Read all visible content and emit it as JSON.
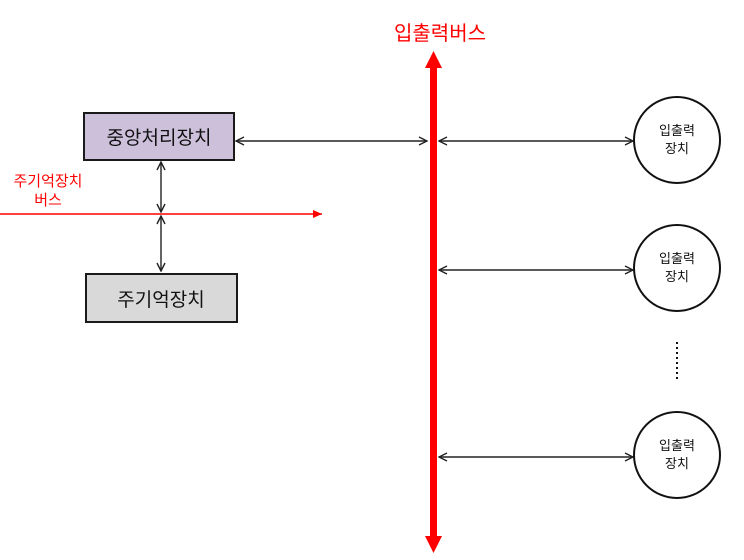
{
  "io_bus": {
    "label": "입출력버스",
    "color": "#ff0000"
  },
  "cpu": {
    "label": "중앙처리장치",
    "fill": "#ccc0da"
  },
  "memory": {
    "label": "주기억장치",
    "fill": "#d9d9d9"
  },
  "memory_bus": {
    "line1": "주기억장치",
    "line2": "버스",
    "color": "#ff0000"
  },
  "io_devices": [
    {
      "line1": "입출력",
      "line2": "장치"
    },
    {
      "line1": "입출력",
      "line2": "장치"
    },
    {
      "line1": "입출력",
      "line2": "장치"
    }
  ],
  "ellipsis": "⋮"
}
